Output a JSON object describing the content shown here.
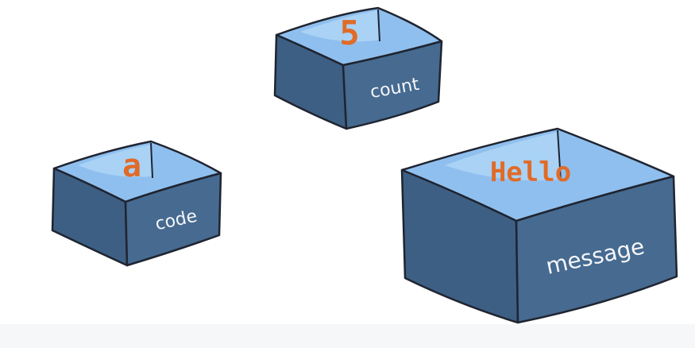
{
  "colors": {
    "box_front": "#466a90",
    "box_side": "#3d5f84",
    "box_inner": "#8fbfee",
    "box_inner_back": "#a9d2f5",
    "outline": "#1f2430",
    "value": "#e06b28",
    "label": "#f4f6fa",
    "background": "#ffffff"
  },
  "boxes": {
    "count": {
      "value": "5",
      "label": "count"
    },
    "code": {
      "value": "a",
      "label": "code"
    },
    "message": {
      "value": "Hello",
      "label": "message"
    }
  }
}
